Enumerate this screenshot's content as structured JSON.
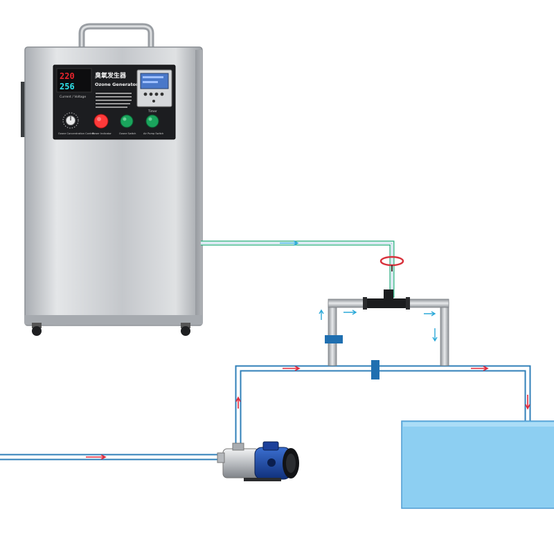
{
  "generator": {
    "title_cn": "臭氧发生器",
    "title_en": "Ozone Generator",
    "display_top": "220",
    "display_bottom": "256",
    "display_caption": "Current / Voltage",
    "knob_caption": "Ozone Concentration Control",
    "button_red_caption": "Power Indicator",
    "button_green1_caption": "Ozone Switch",
    "button_green2_caption": "Air Pump Switch",
    "timer_caption": "Timer"
  },
  "colors": {
    "water_pipe": "#2f7fb8",
    "gas_pipe": "#3fb58c",
    "flow_arrow_water": "#e0283a",
    "flow_arrow_air": "#2aa8d8",
    "tank": "#8dcff2",
    "knob_red": "#e2222a",
    "button_green": "#19a05a",
    "housing": "#c9ccd0"
  },
  "icons": {
    "flow_arrow": "arrow-icon",
    "valve": "valve-icon",
    "pump": "pump-icon",
    "venturi": "venturi-injector-icon"
  }
}
